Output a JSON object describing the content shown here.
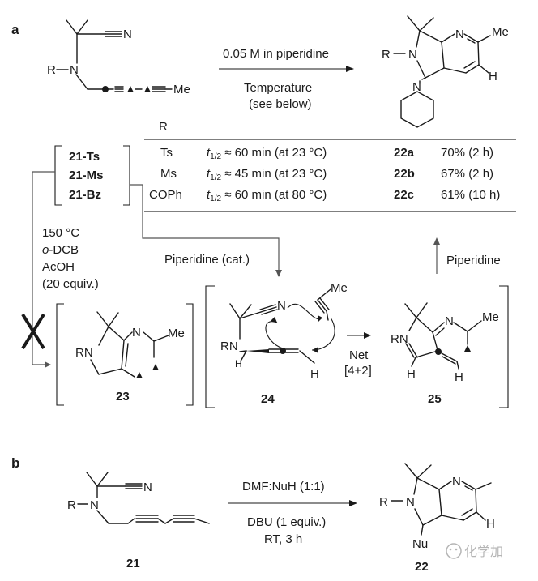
{
  "panel_a": {
    "label": "a",
    "reagent_line1": "0.05 M in piperidine",
    "reagent_line2": "Temperature",
    "reagent_line3": "(see below)",
    "substrate_atoms": {
      "r": "R",
      "n": "N",
      "cn": "N",
      "me": "Me"
    },
    "product_atoms": {
      "r": "R",
      "n": "N",
      "n_ring": "N",
      "me": "Me",
      "h": "H",
      "pip_n": "N"
    },
    "table": {
      "header_r": "R",
      "compounds": [
        "21-Ts",
        "21-Ms",
        "21-Bz"
      ],
      "rows": [
        {
          "r": "Ts",
          "half_prefix": "t",
          "half_sub": "1/2",
          "half_rest": " ≈ 60 min (at  23 °C)",
          "product": "22a",
          "yield": "70% (2 h)"
        },
        {
          "r": "Ms",
          "half_prefix": "t",
          "half_sub": "1/2",
          "half_rest": " ≈ 45 min (at  23 °C)",
          "product": "22b",
          "yield": "67% (2 h)"
        },
        {
          "r": "COPh",
          "half_prefix": "t",
          "half_sub": "1/2",
          "half_rest": " ≈ 60 min (at  80 °C)",
          "product": "22c",
          "yield": "61% (10 h)"
        }
      ]
    },
    "side_conditions": {
      "temp": "150 °C",
      "solvent_prefix": "o",
      "solvent_rest": "-DCB",
      "acid": "AcOH",
      "equiv": "(20 equiv.)"
    },
    "piperidine_cat": "Piperidine (cat.)",
    "piperidine": "Piperidine",
    "net_line1": "Net",
    "net_line2": "[4+2]",
    "cmpd23": {
      "label": "23",
      "rn": "RN",
      "n": "N",
      "me": "Me"
    },
    "cmpd24": {
      "label": "24",
      "rn": "RN",
      "n": "N",
      "h1": "H",
      "h2": "H",
      "me": "Me"
    },
    "cmpd25": {
      "label": "25",
      "rn": "RN",
      "n": "N",
      "me": "Me",
      "h1": "H",
      "h2": "H"
    }
  },
  "panel_b": {
    "label": "b",
    "reagent_line1": "DMF:NuH (1:1)",
    "reagent_line2": "DBU (1 equiv.)",
    "reagent_line3": "RT, 3 h",
    "substrate": {
      "label": "21",
      "r": "R",
      "n": "N",
      "cn": "N"
    },
    "product": {
      "label": "22",
      "r": "R",
      "n": "N",
      "n_ring": "N",
      "h": "H",
      "nu": "Nu"
    }
  },
  "watermark": "化学加"
}
